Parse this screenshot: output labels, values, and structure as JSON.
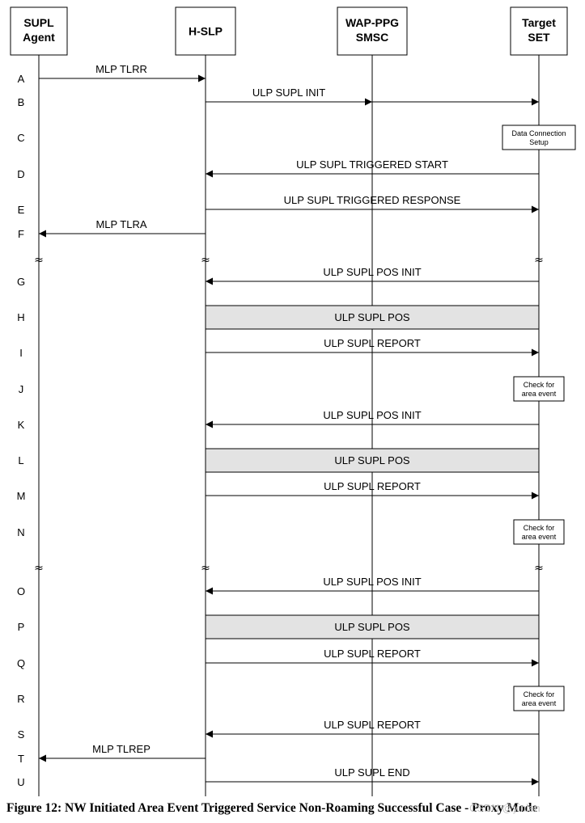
{
  "actors": [
    {
      "id": "agent",
      "lines": [
        "SUPL",
        "Agent"
      ]
    },
    {
      "id": "hslp",
      "lines": [
        "H-SLP"
      ]
    },
    {
      "id": "wap",
      "lines": [
        "WAP-PPG",
        "SMSC"
      ]
    },
    {
      "id": "set",
      "lines": [
        "Target",
        "SET"
      ]
    }
  ],
  "steps": [
    {
      "label": "A",
      "kind": "msg",
      "from": "agent",
      "to": "hslp",
      "text": "MLP TLRR"
    },
    {
      "label": "B",
      "kind": "msg",
      "from": "hslp",
      "to": "set",
      "text": "ULP SUPL INIT",
      "via": "wap"
    },
    {
      "label": "C",
      "kind": "note",
      "at": "set",
      "lines": [
        "Data Connection",
        "Setup"
      ]
    },
    {
      "label": "D",
      "kind": "msg",
      "from": "set",
      "to": "hslp",
      "text": "ULP SUPL TRIGGERED START"
    },
    {
      "label": "E",
      "kind": "msg",
      "from": "hslp",
      "to": "set",
      "text": "ULP SUPL TRIGGERED RESPONSE"
    },
    {
      "label": "F",
      "kind": "msg",
      "from": "hslp",
      "to": "agent",
      "text": "MLP TLRA"
    },
    {
      "kind": "break"
    },
    {
      "label": "G",
      "kind": "msg",
      "from": "set",
      "to": "hslp",
      "text": "ULP SUPL POS INIT"
    },
    {
      "label": "H",
      "kind": "session",
      "text": "ULP SUPL POS"
    },
    {
      "label": "I",
      "kind": "msg",
      "from": "hslp",
      "to": "set",
      "text": "ULP SUPL REPORT"
    },
    {
      "label": "J",
      "kind": "note",
      "at": "set",
      "lines": [
        "Check for",
        "area event"
      ]
    },
    {
      "label": "K",
      "kind": "msg",
      "from": "set",
      "to": "hslp",
      "text": "ULP SUPL POS INIT"
    },
    {
      "label": "L",
      "kind": "session",
      "text": "ULP SUPL POS"
    },
    {
      "label": "M",
      "kind": "msg",
      "from": "hslp",
      "to": "set",
      "text": "ULP SUPL REPORT"
    },
    {
      "label": "N",
      "kind": "note",
      "at": "set",
      "lines": [
        "Check for",
        "area event"
      ]
    },
    {
      "kind": "break"
    },
    {
      "label": "O",
      "kind": "msg",
      "from": "set",
      "to": "hslp",
      "text": "ULP SUPL POS INIT"
    },
    {
      "label": "P",
      "kind": "session",
      "text": "ULP SUPL POS"
    },
    {
      "label": "Q",
      "kind": "msg",
      "from": "hslp",
      "to": "set",
      "text": "ULP SUPL REPORT"
    },
    {
      "label": "R",
      "kind": "note",
      "at": "set",
      "lines": [
        "Check for",
        "area event"
      ]
    },
    {
      "label": "S",
      "kind": "msg",
      "from": "set",
      "to": "hslp",
      "text": "ULP SUPL REPORT"
    },
    {
      "label": "T",
      "kind": "msg",
      "from": "hslp",
      "to": "agent",
      "text": "MLP TLREP"
    },
    {
      "label": "U",
      "kind": "msg",
      "from": "hslp",
      "to": "set",
      "text": "ULP SUPL END"
    }
  ],
  "break_symbol": "≈",
  "colors": {
    "session_fill": "#e3e3e3",
    "line": "#000000",
    "watermark": "#c8c8c8"
  },
  "caption": "Figure 12: NW Initiated Area Event Triggered Service Non-Roaming Successful Case - Proxy Mode",
  "watermark": "CSDN @yinlan"
}
